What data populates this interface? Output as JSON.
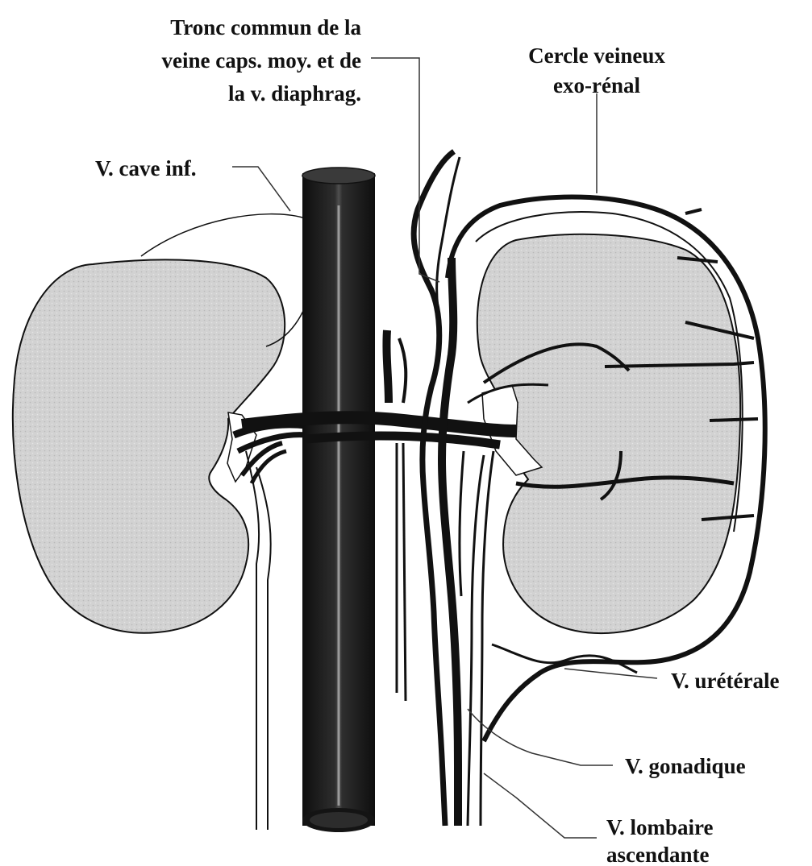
{
  "labels": {
    "tronc_line1": "Tronc commun de la",
    "tronc_line2": "veine caps. moy. et de",
    "tronc_line3": "la v. diaphrag.",
    "cercle_line1": "Cercle veineux",
    "cercle_line2": "exo-rénal",
    "cave": "V. cave inf.",
    "ureterale": "V. urétérale",
    "gonadique": "V. gonadique",
    "lombaire_line1": "V. lombaire",
    "lombaire_line2": "ascendante"
  },
  "colors": {
    "kidney_fill": "#d0d0d0",
    "vein": "#111111",
    "ink": "#111111",
    "cava": "#1c1c1c"
  }
}
